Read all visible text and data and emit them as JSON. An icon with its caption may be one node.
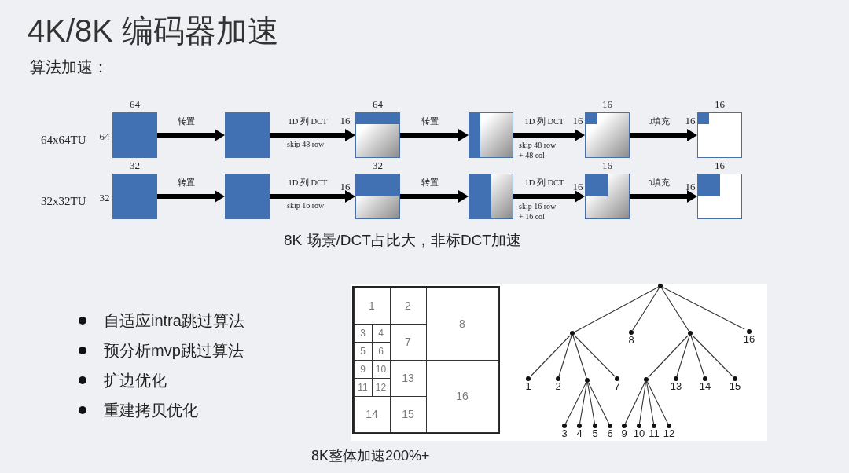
{
  "diagram": {
    "title": "4K/8K 编码器加速",
    "nodes": [
      {
        "text": [],
        "shape": "box",
        "beside": [
          "64",
          "64"
        ]
      },
      {
        "text": [],
        "shape": "box"
      },
      {
        "text": [],
        "shape": "box",
        "beside": [
          "64",
          "16"
        ]
      },
      {
        "text": [],
        "shape": "box"
      },
      {
        "text": [],
        "shape": "box",
        "beside": [
          "16",
          "16"
        ]
      },
      {
        "text": [],
        "shape": "box",
        "beside": [
          "16",
          "16"
        ]
      },
      {
        "text": [],
        "shape": "box",
        "beside": [
          "32",
          "32"
        ]
      },
      {
        "text": [],
        "shape": "box"
      },
      {
        "text": [],
        "shape": "box",
        "beside": [
          "32",
          "16"
        ]
      },
      {
        "text": [],
        "shape": "box"
      },
      {
        "text": [],
        "shape": "box",
        "beside": [
          "16",
          "16"
        ]
      },
      {
        "text": [],
        "shape": "box",
        "beside": [
          "16",
          "16"
        ]
      },
      {
        "text": [],
        "shape": "box"
      },
      {
        "text": [
          "1"
        ],
        "in": 12
      },
      {
        "text": [
          "2"
        ],
        "in": 12
      },
      {
        "text": [
          "3"
        ],
        "in": 12
      },
      {
        "text": [
          "4"
        ],
        "in": 12
      },
      {
        "text": [
          "5"
        ],
        "in": 12
      },
      {
        "text": [
          "6"
        ],
        "in": 12
      },
      {
        "text": [
          "7"
        ],
        "in": 12
      },
      {
        "text": [
          "8"
        ],
        "in": 12
      },
      {
        "text": [
          "9"
        ],
        "in": 12
      },
      {
        "text": [
          "10"
        ],
        "in": 12
      },
      {
        "text": [
          "11"
        ],
        "in": 12
      },
      {
        "text": [
          "12"
        ],
        "in": 12
      },
      {
        "text": [
          "13"
        ],
        "in": 12
      },
      {
        "text": [
          "14"
        ],
        "in": 12
      },
      {
        "text": [
          "15"
        ],
        "in": 12
      },
      {
        "text": [
          "16"
        ],
        "in": 12
      },
      {
        "text": [],
        "shape": "circle"
      },
      {
        "text": [],
        "shape": "circle"
      },
      {
        "text": [
          "8"
        ]
      },
      {
        "text": [],
        "shape": "circle"
      },
      {
        "text": [
          "16"
        ]
      },
      {
        "text": [
          "1"
        ]
      },
      {
        "text": [
          "2"
        ]
      },
      {
        "text": [],
        "shape": "circle"
      },
      {
        "text": [
          "7"
        ]
      },
      {
        "text": [
          "3"
        ]
      },
      {
        "text": [
          "4"
        ]
      },
      {
        "text": [
          "5"
        ]
      },
      {
        "text": [
          "6"
        ]
      },
      {
        "text": [],
        "shape": "circle"
      },
      {
        "text": [
          "13"
        ]
      },
      {
        "text": [
          "14"
        ]
      },
      {
        "text": [
          "15"
        ]
      },
      {
        "text": [
          "9"
        ]
      },
      {
        "text": [
          "10"
        ]
      },
      {
        "text": [
          "11"
        ]
      },
      {
        "text": [
          "12"
        ]
      }
    ],
    "edges": [
      {
        "from": 0,
        "to": 1,
        "arrow": "to",
        "label": "转置",
        "style": "thick"
      },
      {
        "from": 1,
        "to": 2,
        "arrow": "to",
        "label": "1D 列 DCT",
        "style": "thick"
      },
      {
        "from": 2,
        "to": 3,
        "arrow": "to",
        "label": "转置",
        "style": "thick"
      },
      {
        "from": 3,
        "to": 4,
        "arrow": "to",
        "label": "1D 列 DCT",
        "style": "thick"
      },
      {
        "from": 4,
        "to": 5,
        "arrow": "to",
        "label": "0填充",
        "style": "thick"
      },
      {
        "from": 6,
        "to": 7,
        "arrow": "to",
        "label": "转置",
        "style": "thick"
      },
      {
        "from": 7,
        "to": 8,
        "arrow": "to",
        "label": "1D 列 DCT",
        "style": "thick"
      },
      {
        "from": 8,
        "to": 9,
        "arrow": "to",
        "label": "转置",
        "style": "thick"
      },
      {
        "from": 9,
        "to": 10,
        "arrow": "to",
        "label": "1D 列 DCT",
        "style": "thick"
      },
      {
        "from": 10,
        "to": 11,
        "arrow": "to",
        "label": "0填充",
        "style": "thick"
      },
      {
        "from": 29,
        "to": 30,
        "arrow": "none"
      },
      {
        "from": 29,
        "to": 31,
        "arrow": "none"
      },
      {
        "from": 29,
        "to": 32,
        "arrow": "none"
      },
      {
        "from": 29,
        "to": 33,
        "arrow": "none"
      },
      {
        "from": 30,
        "to": 34,
        "arrow": "none"
      },
      {
        "from": 30,
        "to": 35,
        "arrow": "none"
      },
      {
        "from": 30,
        "to": 36,
        "arrow": "none"
      },
      {
        "from": 30,
        "to": 37,
        "arrow": "none"
      },
      {
        "from": 36,
        "to": 38,
        "arrow": "none"
      },
      {
        "from": 36,
        "to": 39,
        "arrow": "none"
      },
      {
        "from": 36,
        "to": 40,
        "arrow": "none"
      },
      {
        "from": 36,
        "to": 41,
        "arrow": "none"
      },
      {
        "from": 32,
        "to": 42,
        "arrow": "none"
      },
      {
        "from": 32,
        "to": 43,
        "arrow": "none"
      },
      {
        "from": 32,
        "to": 44,
        "arrow": "none"
      },
      {
        "from": 32,
        "to": 45,
        "arrow": "none"
      },
      {
        "from": 42,
        "to": 46,
        "arrow": "none"
      },
      {
        "from": 42,
        "to": 47,
        "arrow": "none"
      },
      {
        "from": 42,
        "to": 48,
        "arrow": "none"
      },
      {
        "from": 42,
        "to": 49,
        "arrow": "none"
      }
    ],
    "labels": [
      "算法加速：",
      "64x64TU",
      "skip 48 row",
      "skip 48 row + 48 col",
      "32x32TU",
      "skip 16 row",
      "skip 16 row + 16 col",
      "8K 场景/DCT占比大，非标DCT加速",
      "自适应intra跳过算法",
      "预分析mvp跳过算法",
      "扩边优化",
      "重建拷贝优化",
      "8K整体加速200%+"
    ]
  }
}
